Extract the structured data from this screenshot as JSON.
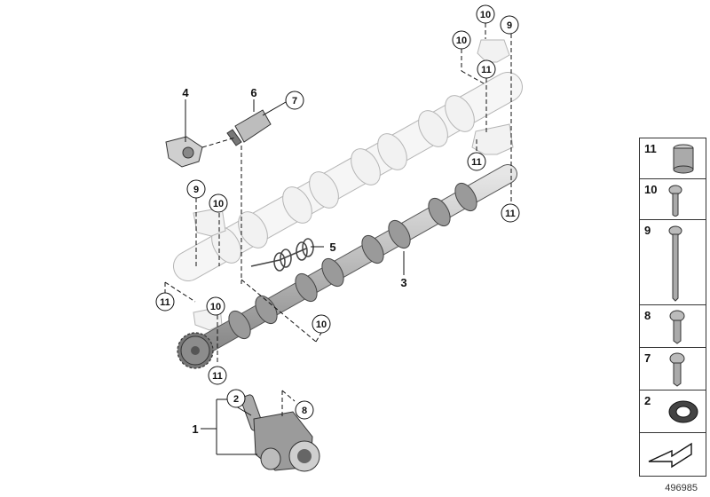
{
  "callouts": {
    "c10_top": "10",
    "c9_top": "9",
    "c10_top2": "10",
    "c11_top": "11",
    "c4": "4",
    "c6": "6",
    "c7": "7",
    "c11_mid": "11",
    "c9_left": "9",
    "c10_left": "10",
    "c11_right": "11",
    "c5": "5",
    "c3": "3",
    "c11_left": "11",
    "c10_lower": "10",
    "c10_bottom": "10",
    "c11_bottom": "11",
    "c2": "2",
    "c8": "8",
    "c1": "1"
  },
  "legend": {
    "items": [
      {
        "num": "11",
        "part": "dowel-sleeve-icon"
      },
      {
        "num": "10",
        "part": "short-torx-bolt-icon"
      },
      {
        "num": "9",
        "part": "long-torx-bolt-icon"
      },
      {
        "num": "8",
        "part": "medium-torx-bolt-icon"
      },
      {
        "num": "7",
        "part": "medium-torx-bolt-icon"
      },
      {
        "num": "2",
        "part": "shaft-seal-ring-icon"
      },
      {
        "num": "",
        "part": "arrow-symbol-icon"
      }
    ]
  },
  "diagram_id": "496985",
  "colors": {
    "part_fill": "#f4f4f4",
    "part_stroke": "#b8b8b8",
    "line": "#111111"
  }
}
